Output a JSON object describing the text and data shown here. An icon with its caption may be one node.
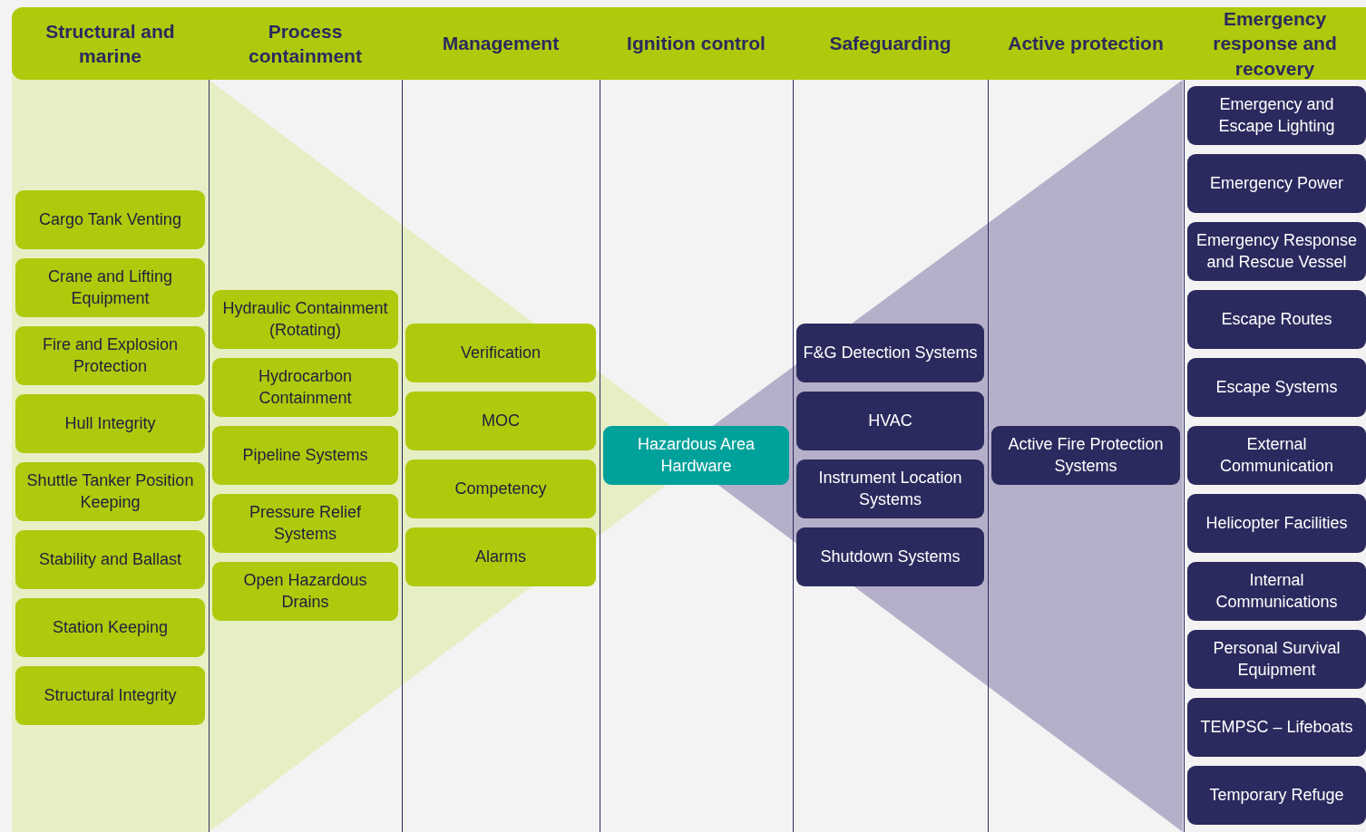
{
  "diagram": {
    "nodes": [
      {
        "text": [
          "Structural and marine"
        ]
      },
      {
        "text": [
          "Cargo Tank Venting"
        ],
        "in": 0
      },
      {
        "text": [
          "Crane and Lifting Equipment"
        ],
        "in": 0
      },
      {
        "text": [
          "Fire and Explosion Protection"
        ],
        "in": 0
      },
      {
        "text": [
          "Hull Integrity"
        ],
        "in": 0
      },
      {
        "text": [
          "Shuttle Tanker Position Keeping"
        ],
        "in": 0
      },
      {
        "text": [
          "Stability and Ballast"
        ],
        "in": 0
      },
      {
        "text": [
          "Station Keeping"
        ],
        "in": 0
      },
      {
        "text": [
          "Structural Integrity"
        ],
        "in": 0
      },
      {
        "text": [
          "Process containment"
        ]
      },
      {
        "text": [
          "Hydraulic Containment (Rotating)"
        ],
        "in": 9
      },
      {
        "text": [
          "Hydrocarbon Containment"
        ],
        "in": 9
      },
      {
        "text": [
          "Pipeline Systems"
        ],
        "in": 9
      },
      {
        "text": [
          "Pressure Relief Systems"
        ],
        "in": 9
      },
      {
        "text": [
          "Open Hazardous Drains"
        ],
        "in": 9
      },
      {
        "text": [
          "Management"
        ]
      },
      {
        "text": [
          "Verification"
        ],
        "in": 15
      },
      {
        "text": [
          "MOC"
        ],
        "in": 15
      },
      {
        "text": [
          "Competency"
        ],
        "in": 15
      },
      {
        "text": [
          "Alarms"
        ],
        "in": 15
      },
      {
        "text": [
          "Ignition control"
        ]
      },
      {
        "text": [
          "Hazardous Area Hardware"
        ],
        "in": 20
      },
      {
        "text": [
          "Safeguarding"
        ]
      },
      {
        "text": [
          "F&G Detection Systems"
        ],
        "in": 22
      },
      {
        "text": [
          "HVAC"
        ],
        "in": 22
      },
      {
        "text": [
          "Instrument Location Systems"
        ],
        "in": 22
      },
      {
        "text": [
          "Shutdown Systems"
        ],
        "in": 22
      },
      {
        "text": [
          "Active protection"
        ]
      },
      {
        "text": [
          "Active Fire Protection Systems"
        ],
        "in": 27
      },
      {
        "text": [
          "Emergency response and recovery"
        ]
      },
      {
        "text": [
          "Emergency and Escape Lighting"
        ],
        "in": 29
      },
      {
        "text": [
          "Emergency Power"
        ],
        "in": 29
      },
      {
        "text": [
          "Emergency Response and Rescue Vessel"
        ],
        "in": 29
      },
      {
        "text": [
          "Escape Routes"
        ],
        "in": 29
      },
      {
        "text": [
          "Escape Systems"
        ],
        "in": 29
      },
      {
        "text": [
          "External Communication"
        ],
        "in": 29
      },
      {
        "text": [
          "Helicopter Facilities"
        ],
        "in": 29
      },
      {
        "text": [
          "Internal Communications"
        ],
        "in": 29
      },
      {
        "text": [
          "Personal Survival Equipment"
        ],
        "in": 29
      },
      {
        "text": [
          "TEMPSC – Lifeboats"
        ],
        "in": 29
      },
      {
        "text": [
          "Temporary Refuge"
        ],
        "in": 29
      }
    ]
  }
}
